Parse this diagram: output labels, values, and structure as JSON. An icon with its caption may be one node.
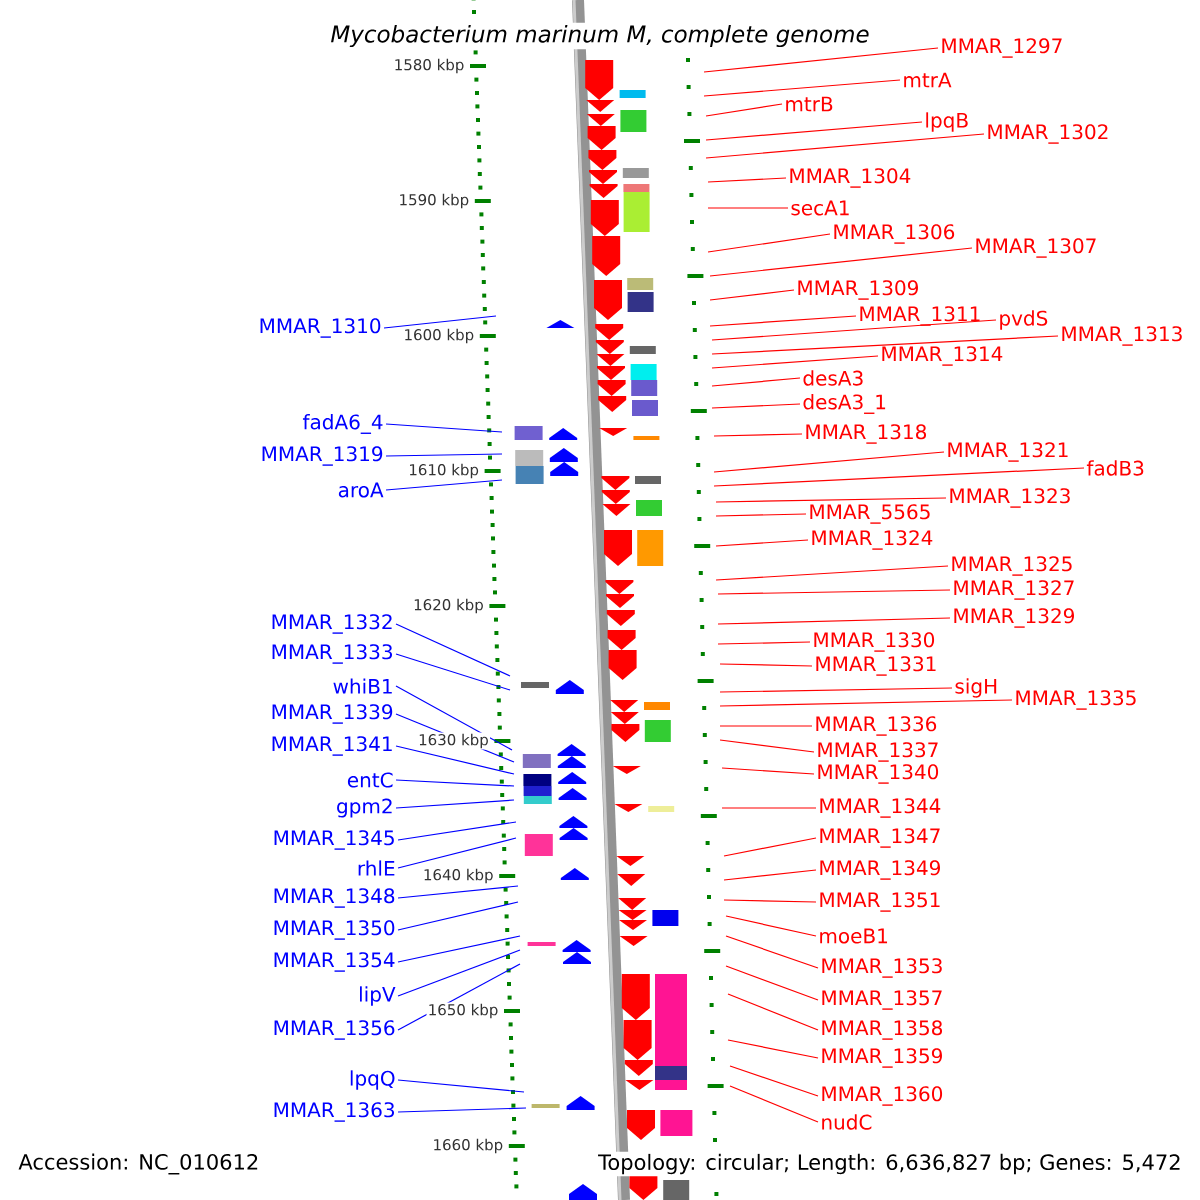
{
  "diagram": {
    "title": "Mycobacterium marinum M, complete genome",
    "nodes": [
      {
        "text": [
          "MMAR_1310"
        ]
      },
      {
        "text": [
          "fadA6_4"
        ]
      },
      {
        "text": [
          "MMAR_1319"
        ]
      },
      {
        "text": [
          "aroA"
        ]
      },
      {
        "text": [
          "MMAR_1332"
        ]
      },
      {
        "text": [
          "MMAR_1333"
        ]
      },
      {
        "text": [
          "whiB1"
        ]
      },
      {
        "text": [
          "MMAR_1339"
        ]
      },
      {
        "text": [
          "MMAR_1341"
        ]
      },
      {
        "text": [
          "entC"
        ]
      },
      {
        "text": [
          "gpm2"
        ]
      },
      {
        "text": [
          "MMAR_1345"
        ]
      },
      {
        "text": [
          "rhlE"
        ]
      },
      {
        "text": [
          "MMAR_1348"
        ]
      },
      {
        "text": [
          "MMAR_1350"
        ]
      },
      {
        "text": [
          "MMAR_1354"
        ]
      },
      {
        "text": [
          "lipV"
        ]
      },
      {
        "text": [
          "MMAR_1356"
        ]
      },
      {
        "text": [
          "lpqQ"
        ]
      },
      {
        "text": [
          "MMAR_1363"
        ]
      },
      {
        "text": [
          "MMAR_1297"
        ]
      },
      {
        "text": [
          "mtrA"
        ]
      },
      {
        "text": [
          "mtrB"
        ]
      },
      {
        "text": [
          "lpqB"
        ]
      },
      {
        "text": [
          "MMAR_1302"
        ]
      },
      {
        "text": [
          "MMAR_1304"
        ]
      },
      {
        "text": [
          "secA1"
        ]
      },
      {
        "text": [
          "MMAR_1306"
        ]
      },
      {
        "text": [
          "MMAR_1307"
        ]
      },
      {
        "text": [
          "MMAR_1309"
        ]
      },
      {
        "text": [
          "MMAR_1311"
        ]
      },
      {
        "text": [
          "pvdS"
        ]
      },
      {
        "text": [
          "MMAR_1313"
        ]
      },
      {
        "text": [
          "MMAR_1314"
        ]
      },
      {
        "text": [
          "desA3"
        ]
      },
      {
        "text": [
          "desA3_1"
        ]
      },
      {
        "text": [
          "MMAR_1318"
        ]
      },
      {
        "text": [
          "MMAR_1321"
        ]
      },
      {
        "text": [
          "fadB3"
        ]
      },
      {
        "text": [
          "MMAR_1323"
        ]
      },
      {
        "text": [
          "MMAR_5565"
        ]
      },
      {
        "text": [
          "MMAR_1324"
        ]
      },
      {
        "text": [
          "MMAR_1325"
        ]
      },
      {
        "text": [
          "MMAR_1327"
        ]
      },
      {
        "text": [
          "MMAR_1329"
        ]
      },
      {
        "text": [
          "MMAR_1330"
        ]
      },
      {
        "text": [
          "MMAR_1331"
        ]
      },
      {
        "text": [
          "sigH"
        ]
      },
      {
        "text": [
          "MMAR_1335"
        ]
      },
      {
        "text": [
          "MMAR_1336"
        ]
      },
      {
        "text": [
          "MMAR_1337"
        ]
      },
      {
        "text": [
          "MMAR_1340"
        ]
      },
      {
        "text": [
          "MMAR_1344"
        ]
      },
      {
        "text": [
          "MMAR_1347"
        ]
      },
      {
        "text": [
          "MMAR_1349"
        ]
      },
      {
        "text": [
          "MMAR_1351"
        ]
      },
      {
        "text": [
          "moeB1"
        ]
      },
      {
        "text": [
          "MMAR_1353"
        ]
      },
      {
        "text": [
          "MMAR_1357"
        ]
      },
      {
        "text": [
          "MMAR_1358"
        ]
      },
      {
        "text": [
          "MMAR_1359"
        ]
      },
      {
        "text": [
          "MMAR_1360"
        ]
      },
      {
        "text": [
          "nudC"
        ]
      }
    ],
    "edges": [
      {
        "from": 0,
        "to": null,
        "arrow": "none",
        "color": "#0000ff"
      },
      {
        "from": 1,
        "to": null,
        "arrow": "none",
        "color": "#0000ff"
      },
      {
        "from": 2,
        "to": null,
        "arrow": "none",
        "color": "#0000ff"
      },
      {
        "from": 3,
        "to": null,
        "arrow": "none",
        "color": "#0000ff"
      },
      {
        "from": 4,
        "to": null,
        "arrow": "none",
        "color": "#0000ff"
      },
      {
        "from": 5,
        "to": null,
        "arrow": "none",
        "color": "#0000ff"
      },
      {
        "from": 6,
        "to": null,
        "arrow": "none",
        "color": "#0000ff"
      },
      {
        "from": 7,
        "to": null,
        "arrow": "none",
        "color": "#0000ff"
      },
      {
        "from": 8,
        "to": null,
        "arrow": "none",
        "color": "#0000ff"
      },
      {
        "from": 9,
        "to": null,
        "arrow": "none",
        "color": "#0000ff"
      },
      {
        "from": 10,
        "to": null,
        "arrow": "none",
        "color": "#0000ff"
      },
      {
        "from": 11,
        "to": null,
        "arrow": "none",
        "color": "#0000ff"
      },
      {
        "from": 12,
        "to": null,
        "arrow": "none",
        "color": "#0000ff"
      },
      {
        "from": 13,
        "to": null,
        "arrow": "none",
        "color": "#0000ff"
      },
      {
        "from": 14,
        "to": null,
        "arrow": "none",
        "color": "#0000ff"
      },
      {
        "from": 15,
        "to": null,
        "arrow": "none",
        "color": "#0000ff"
      },
      {
        "from": 16,
        "to": null,
        "arrow": "none",
        "color": "#0000ff"
      },
      {
        "from": 17,
        "to": null,
        "arrow": "none",
        "color": "#0000ff"
      },
      {
        "from": 18,
        "to": null,
        "arrow": "none",
        "color": "#0000ff"
      },
      {
        "from": 19,
        "to": null,
        "arrow": "none",
        "color": "#0000ff"
      },
      {
        "from": 20,
        "to": null,
        "arrow": "none"
      },
      {
        "from": 21,
        "to": null,
        "arrow": "none"
      },
      {
        "from": 22,
        "to": null,
        "arrow": "none"
      },
      {
        "from": 23,
        "to": null,
        "arrow": "none"
      },
      {
        "from": 24,
        "to": null,
        "arrow": "none"
      },
      {
        "from": 25,
        "to": null,
        "arrow": "none"
      },
      {
        "from": 26,
        "to": null,
        "arrow": "none"
      },
      {
        "from": 27,
        "to": null,
        "arrow": "none"
      },
      {
        "from": 28,
        "to": null,
        "arrow": "none"
      },
      {
        "from": 29,
        "to": null,
        "arrow": "none"
      },
      {
        "from": 30,
        "to": null,
        "arrow": "none"
      },
      {
        "from": 31,
        "to": null,
        "arrow": "none"
      },
      {
        "from": 32,
        "to": null,
        "arrow": "none"
      },
      {
        "from": 33,
        "to": null,
        "arrow": "none"
      },
      {
        "from": 34,
        "to": null,
        "arrow": "none"
      },
      {
        "from": 35,
        "to": null,
        "arrow": "none"
      },
      {
        "from": 36,
        "to": null,
        "arrow": "none"
      },
      {
        "from": 37,
        "to": null,
        "arrow": "none"
      },
      {
        "from": 38,
        "to": null,
        "arrow": "none"
      },
      {
        "from": 39,
        "to": null,
        "arrow": "none"
      },
      {
        "from": 40,
        "to": null,
        "arrow": "none"
      },
      {
        "from": 41,
        "to": null,
        "arrow": "none"
      },
      {
        "from": 42,
        "to": null,
        "arrow": "none"
      },
      {
        "from": 43,
        "to": null,
        "arrow": "none"
      },
      {
        "from": 44,
        "to": null,
        "arrow": "none"
      },
      {
        "from": 45,
        "to": null,
        "arrow": "none"
      },
      {
        "from": 46,
        "to": null,
        "arrow": "none"
      },
      {
        "from": 47,
        "to": null,
        "arrow": "none"
      },
      {
        "from": 48,
        "to": null,
        "arrow": "none"
      },
      {
        "from": 49,
        "to": null,
        "arrow": "none"
      },
      {
        "from": 50,
        "to": null,
        "arrow": "none"
      },
      {
        "from": 51,
        "to": null,
        "arrow": "none"
      },
      {
        "from": 52,
        "to": null,
        "arrow": "none"
      },
      {
        "from": 53,
        "to": null,
        "arrow": "none"
      },
      {
        "from": 54,
        "to": null,
        "arrow": "none"
      },
      {
        "from": 55,
        "to": null,
        "arrow": "none"
      },
      {
        "from": 56,
        "to": null,
        "arrow": "none"
      },
      {
        "from": 57,
        "to": null,
        "arrow": "none"
      },
      {
        "from": 58,
        "to": null,
        "arrow": "none"
      },
      {
        "from": 59,
        "to": null,
        "arrow": "none"
      },
      {
        "from": 60,
        "to": null,
        "arrow": "none"
      },
      {
        "from": 61,
        "to": null,
        "arrow": "none"
      },
      {
        "from": 62,
        "to": null,
        "arrow": "none"
      }
    ],
    "labels": [
      "1580 kbp",
      "1590 kbp",
      "1600 kbp",
      "1610 kbp",
      "1620 kbp",
      "1630 kbp",
      "1640 kbp",
      "1650 kbp",
      "1660 kbp",
      "Accession: NC_010612",
      "Topology: circular; Length: 6,636,827 bp; Genes: 5,472"
    ]
  }
}
